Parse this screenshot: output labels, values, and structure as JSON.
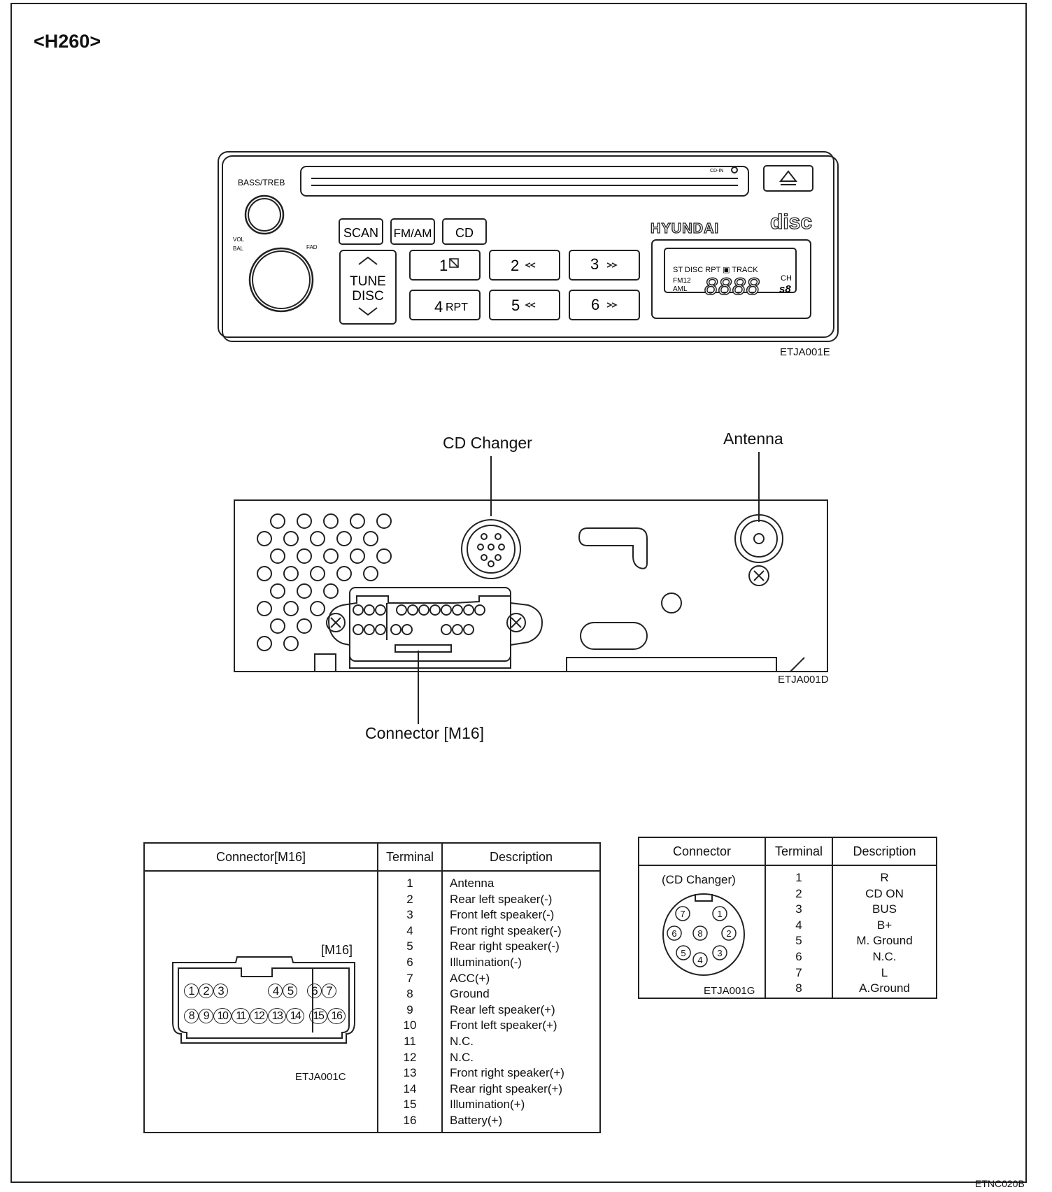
{
  "header": {
    "title": "<H260>"
  },
  "figures": {
    "head_unit_code": "ETJA001E",
    "rear_panel_code": "ETJA001D",
    "m16_code": "ETJA001C",
    "cd_conn_code": "ETJA001G",
    "page_code": "ETNC020B"
  },
  "head_unit": {
    "bass_treb": "BASS/TREB",
    "vol": "VOL",
    "bal": "BAL",
    "fad": "FAD",
    "cd_in": "CD-IN",
    "scan": "SCAN",
    "fm_am": "FM/AM",
    "cd": "CD",
    "tune": "TUNE",
    "disc": "DISC",
    "presets": [
      "1",
      "2",
      "3",
      "4",
      "5",
      "6"
    ],
    "rpt": "RPT",
    "brand": "HYUNDAI",
    "disc_logo": "disc",
    "display_top": "ST DISC RPT ▣ TRACK",
    "fm12": "FM12",
    "aml": "AML",
    "ch": "CH",
    "digits": "8888",
    "small_digits": "s8"
  },
  "rear_panel": {
    "cd_changer": "CD Changer",
    "antenna": "Antenna",
    "connector": "Connector [M16]"
  },
  "m16_table": {
    "headers": [
      "Connector[M16]",
      "Terminal",
      "Description"
    ],
    "connector_label": "[M16]",
    "terminals": [
      "1",
      "2",
      "3",
      "4",
      "5",
      "6",
      "7",
      "8",
      "9",
      "10",
      "11",
      "12",
      "13",
      "14",
      "15",
      "16"
    ],
    "descriptions": [
      "Antenna",
      "Rear left speaker(-)",
      "Front left speaker(-)",
      "Front right speaker(-)",
      "Rear right speaker(-)",
      "Illumination(-)",
      "ACC(+)",
      "Ground",
      "Rear left speaker(+)",
      "Front left speaker(+)",
      "N.C.",
      "N.C.",
      "Front right speaker(+)",
      "Rear right speaker(+)",
      "Illumination(+)",
      "Battery(+)"
    ],
    "pins_top": [
      "1",
      "2",
      "3",
      "4",
      "5",
      "6",
      "7"
    ],
    "pins_bottom": [
      "8",
      "9",
      "10",
      "11",
      "12",
      "13",
      "14",
      "15",
      "16"
    ]
  },
  "cd_table": {
    "headers": [
      "Connector",
      "Terminal",
      "Description"
    ],
    "connector_label": "(CD Changer)",
    "terminals": [
      "1",
      "2",
      "3",
      "4",
      "5",
      "6",
      "7",
      "8"
    ],
    "descriptions": [
      "R",
      "CD ON",
      "BUS",
      "B+",
      "M. Ground",
      "N.C.",
      "L",
      "A.Ground"
    ],
    "pins": [
      "1",
      "2",
      "3",
      "4",
      "5",
      "6",
      "7",
      "8"
    ]
  }
}
